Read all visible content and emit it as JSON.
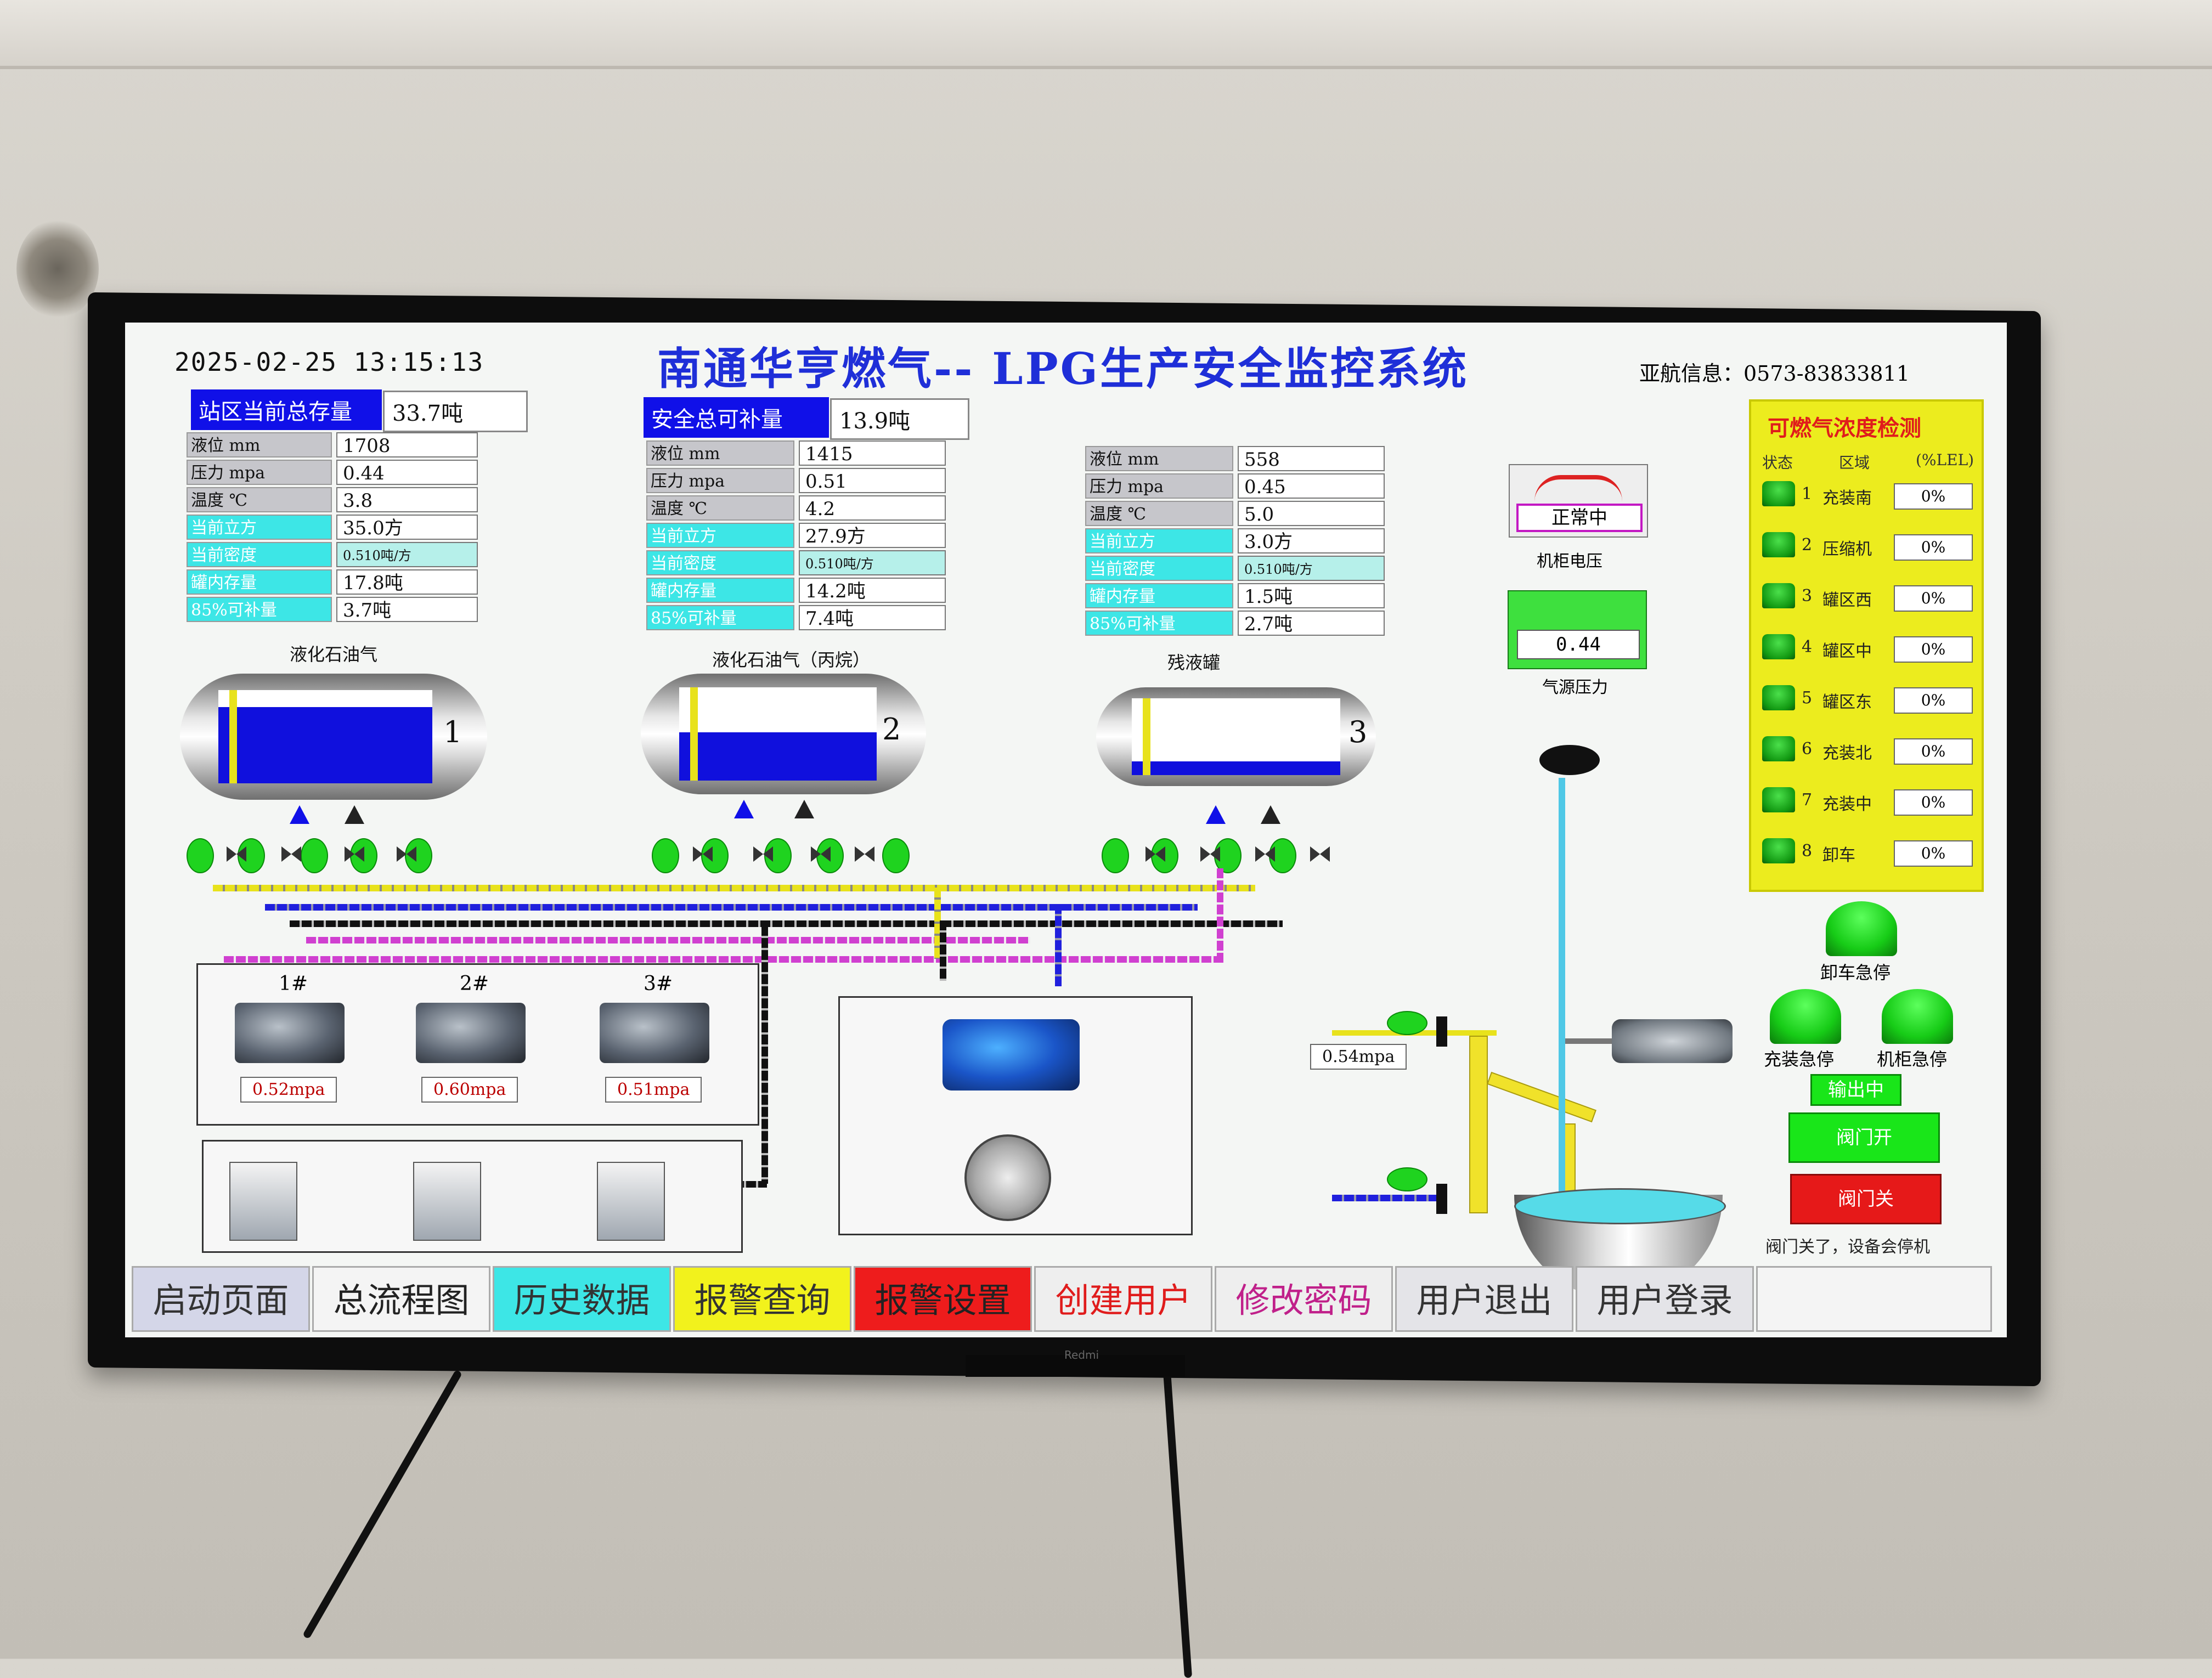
{
  "header": {
    "datetime": "2025-02-25 13:15:13",
    "title": "南通华亨燃气-- LPG生产安全监控系统",
    "contact": "亚航信息：0573-83833811"
  },
  "station_total": {
    "label": "站区当前总存量",
    "value": "33.7吨"
  },
  "safe_total": {
    "label": "安全总可补量",
    "value": "13.9吨"
  },
  "row_labels": [
    "液位 mm",
    "压力 mpa",
    "温度 ℃",
    "当前立方",
    "当前密度",
    "罐内存量",
    "85%可补量"
  ],
  "tanks": [
    {
      "name": "液化石油气",
      "num": "1",
      "values": [
        "1708",
        "0.44",
        "3.8",
        "35.0方",
        "0.510吨/方",
        "17.8吨",
        "3.7吨"
      ],
      "fill": 0.82
    },
    {
      "name": "液化石油气（丙烷）",
      "num": "2",
      "values": [
        "1415",
        "0.51",
        "4.2",
        "27.9方",
        "0.510吨/方",
        "14.2吨",
        "7.4吨"
      ],
      "fill": 0.52
    },
    {
      "name": "残液罐",
      "num": "3",
      "values": [
        "558",
        "0.45",
        "5.0",
        "3.0方",
        "0.510吨/方",
        "1.5吨",
        "2.7吨"
      ],
      "fill": 0.18
    }
  ],
  "pumps": [
    {
      "label": "1#",
      "pressure": "0.52mpa"
    },
    {
      "label": "2#",
      "pressure": "0.60mpa"
    },
    {
      "label": "3#",
      "pressure": "0.51mpa"
    }
  ],
  "pipe_pressure": "0.54mpa",
  "cabinet_voltage": {
    "status": "正常中",
    "label": "机柜电压"
  },
  "gas_pressure": {
    "value": "0.44",
    "label": "气源压力"
  },
  "gas_detection": {
    "title": "可燃气浓度检测",
    "headers": [
      "状态",
      "区域",
      "(%LEL)"
    ],
    "items": [
      {
        "num": "1",
        "name": "充装南",
        "value": "0%"
      },
      {
        "num": "2",
        "name": "压缩机",
        "value": "0%"
      },
      {
        "num": "3",
        "name": "罐区西",
        "value": "0%"
      },
      {
        "num": "4",
        "name": "罐区中",
        "value": "0%"
      },
      {
        "num": "5",
        "name": "罐区东",
        "value": "0%"
      },
      {
        "num": "6",
        "name": "充装北",
        "value": "0%"
      },
      {
        "num": "7",
        "name": "充装中",
        "value": "0%"
      },
      {
        "num": "8",
        "name": "卸车",
        "value": "0%"
      }
    ]
  },
  "emergency": {
    "unload": "卸车急停",
    "fill": "充装急停",
    "cabinet": "机柜急停"
  },
  "output_status": "输出中",
  "valve_open": "阀门开",
  "valve_close": "阀门关",
  "valve_note": "阀门关了，设备会停机",
  "nav": [
    {
      "label": "启动页面",
      "bg": "#d4d6e8",
      "fg": "#333"
    },
    {
      "label": "总流程图",
      "bg": "#f4f4f4",
      "fg": "#222"
    },
    {
      "label": "历史数据",
      "bg": "#3de6e6",
      "fg": "#333"
    },
    {
      "label": "报警查询",
      "bg": "#f2f21c",
      "fg": "#333"
    },
    {
      "label": "报警设置",
      "bg": "#ee1c1c",
      "fg": "#222"
    },
    {
      "label": "创建用户",
      "bg": "#eeeeee",
      "fg": "#e01c1c"
    },
    {
      "label": "修改密码",
      "bg": "#eeeeee",
      "fg": "#c0208a"
    },
    {
      "label": "用户退出",
      "bg": "#e4e4e8",
      "fg": "#333"
    },
    {
      "label": "用户登录",
      "bg": "#e4e4e8",
      "fg": "#333"
    }
  ],
  "tv_brand": "Redmi"
}
